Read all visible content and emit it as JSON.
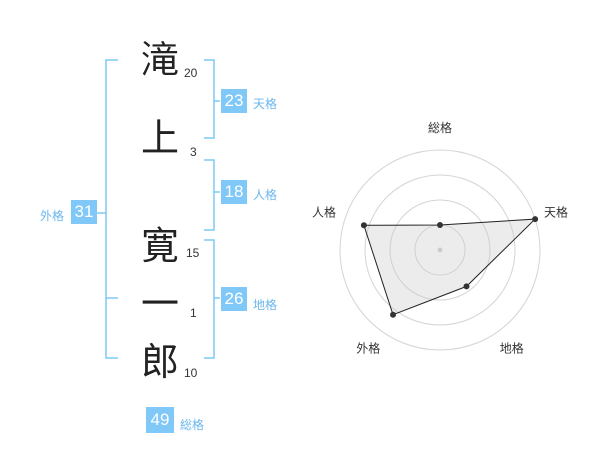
{
  "name_chars": [
    {
      "char": "滝",
      "strokes": "20"
    },
    {
      "char": "上",
      "strokes": "3"
    },
    {
      "char": "寛",
      "strokes": "15"
    },
    {
      "char": "一",
      "strokes": "1"
    },
    {
      "char": "郎",
      "strokes": "10"
    }
  ],
  "fortunes": {
    "tenkaku": {
      "value": "23",
      "label": "天格"
    },
    "jinkaku": {
      "value": "18",
      "label": "人格"
    },
    "chikaku": {
      "value": "26",
      "label": "地格"
    },
    "gaikaku": {
      "value": "31",
      "label": "外格"
    },
    "soukaku": {
      "value": "49",
      "label": "総格"
    }
  },
  "colors": {
    "accent": "#7fc8f8",
    "label": "#6ab7ec"
  },
  "chart_data": {
    "type": "radar",
    "axes": [
      "総格",
      "天格",
      "地格",
      "外格",
      "人格"
    ],
    "values": [
      0.25,
      1.0,
      0.45,
      0.8,
      0.8
    ],
    "rings": 4
  }
}
